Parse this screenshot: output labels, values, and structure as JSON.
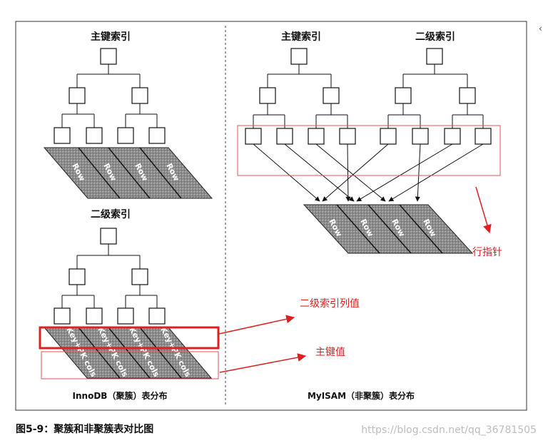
{
  "left_panel": {
    "primary_title": "主键索引",
    "primary_rows": [
      "Row",
      "Row",
      "Row",
      "Row"
    ],
    "secondary_title": "二级索引",
    "secondary_cells": [
      "Key+PK cols",
      "Key+PK cols",
      "Key+PK cols",
      "Key+PK cols"
    ],
    "footer": "InnoDB（聚簇）表分布"
  },
  "right_panel": {
    "primary_title": "主键索引",
    "secondary_title": "二级索引",
    "rows": [
      "Row",
      "Row",
      "Row",
      "Row"
    ],
    "footer": "MyISAM（非聚簇）表分布"
  },
  "annotations": {
    "row_pointer": "行指针",
    "secondary_value": "二级索引列值",
    "primary_value": "主键值",
    "color": "#e02020"
  },
  "caption": "图5-9：聚簇和非聚簇表对比图",
  "watermark": "https://blog.csdn.net/qq_36781505"
}
